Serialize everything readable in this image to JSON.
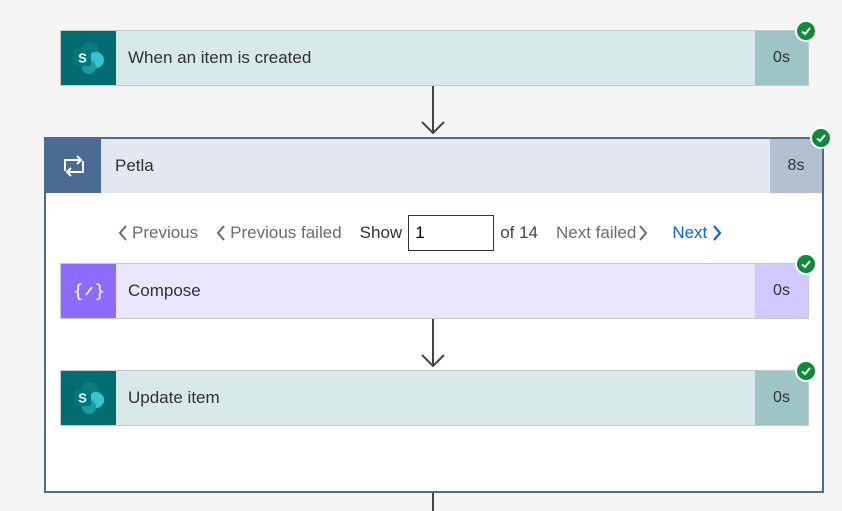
{
  "trigger": {
    "title": "When an item is created",
    "duration": "0s",
    "icon": "sharepoint-icon"
  },
  "loop": {
    "title": "Petla",
    "duration": "8s",
    "icon": "loop-icon",
    "pager": {
      "previous": "Previous",
      "previous_failed": "Previous failed",
      "show": "Show",
      "current": "1",
      "of": "of 14",
      "next_failed": "Next failed",
      "next": "Next"
    },
    "actions": [
      {
        "title": "Compose",
        "duration": "0s",
        "icon": "compose-icon"
      },
      {
        "title": "Update item",
        "duration": "0s",
        "icon": "sharepoint-icon"
      }
    ]
  },
  "colors": {
    "sharepoint": "#036c70",
    "loop": "#4b6a94",
    "compose": "#8c6cff",
    "success": "#0e8a3a",
    "link": "#0f62d3"
  }
}
